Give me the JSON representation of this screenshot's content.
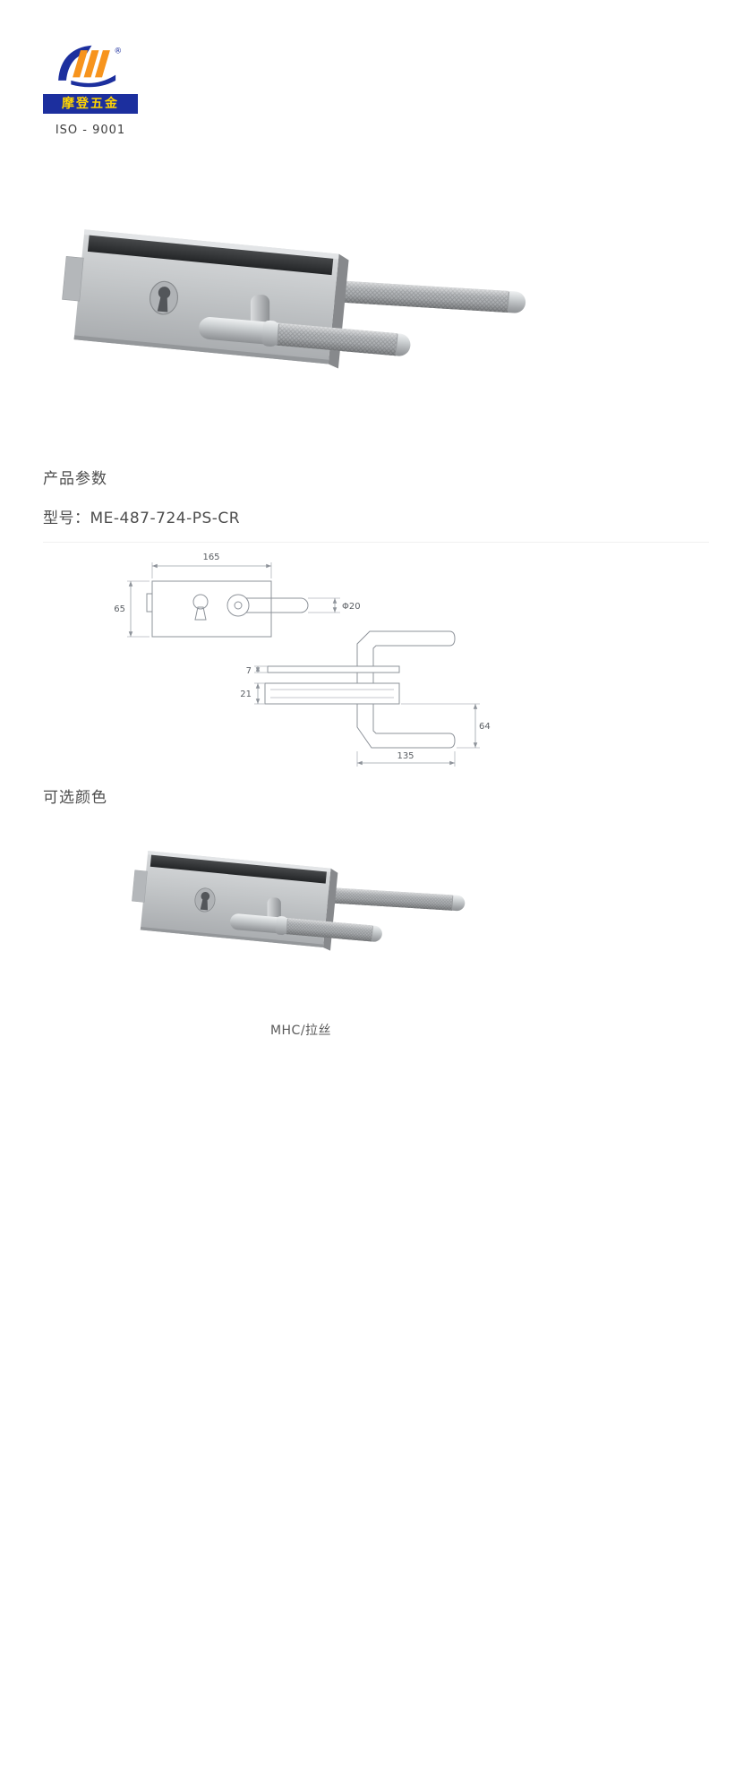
{
  "brand": {
    "name": "摩登五金",
    "registered": "®",
    "iso": "ISO - 9001"
  },
  "sections": {
    "params_title": "产品参数",
    "model_label": "型号：",
    "model_value": "ME-487-724-PS-CR",
    "colors_title": "可选颜色"
  },
  "variant": {
    "caption": "MHC/拉丝"
  },
  "drawing": {
    "dims": {
      "plate_length": "165",
      "plate_height": "65",
      "handle_diameter": "Φ20",
      "cover_thickness": "7",
      "body_thickness": "21",
      "handle_drop": "64",
      "handle_length": "135"
    }
  },
  "colors": {
    "logo_blue": "#1c2f9e",
    "logo_orange": "#f7941d",
    "logo_yellow": "#ffd400",
    "metal_light": "#d8dadc",
    "metal_mid": "#b8bbbe",
    "metal_dark": "#8d9093",
    "clamp_dark": "#2b2d2f",
    "drawing_line": "#8e939a"
  }
}
